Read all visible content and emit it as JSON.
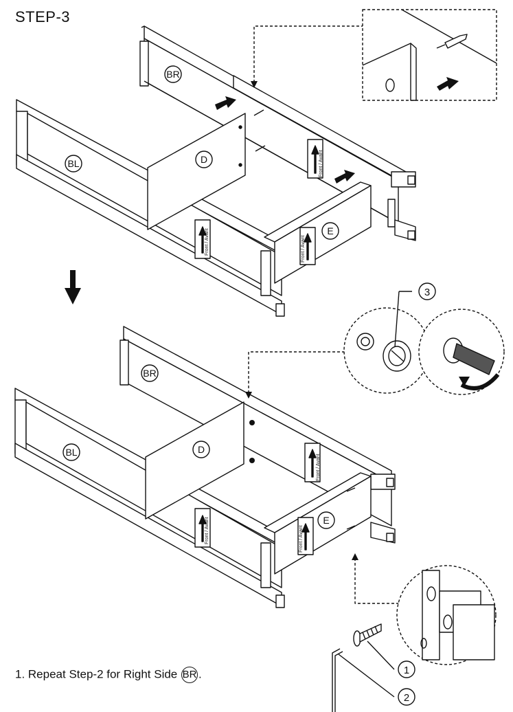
{
  "title": "STEP-3",
  "labels": {
    "part_br": "BR",
    "part_bl": "BL",
    "part_d": "D",
    "part_e": "E",
    "front_tag": "Front / Avant"
  },
  "callouts": [
    "1",
    "2",
    "3"
  ],
  "instruction": {
    "prefix": "1. Repeat Step-2 for Right Side ",
    "part": "BR",
    "suffix": "."
  }
}
